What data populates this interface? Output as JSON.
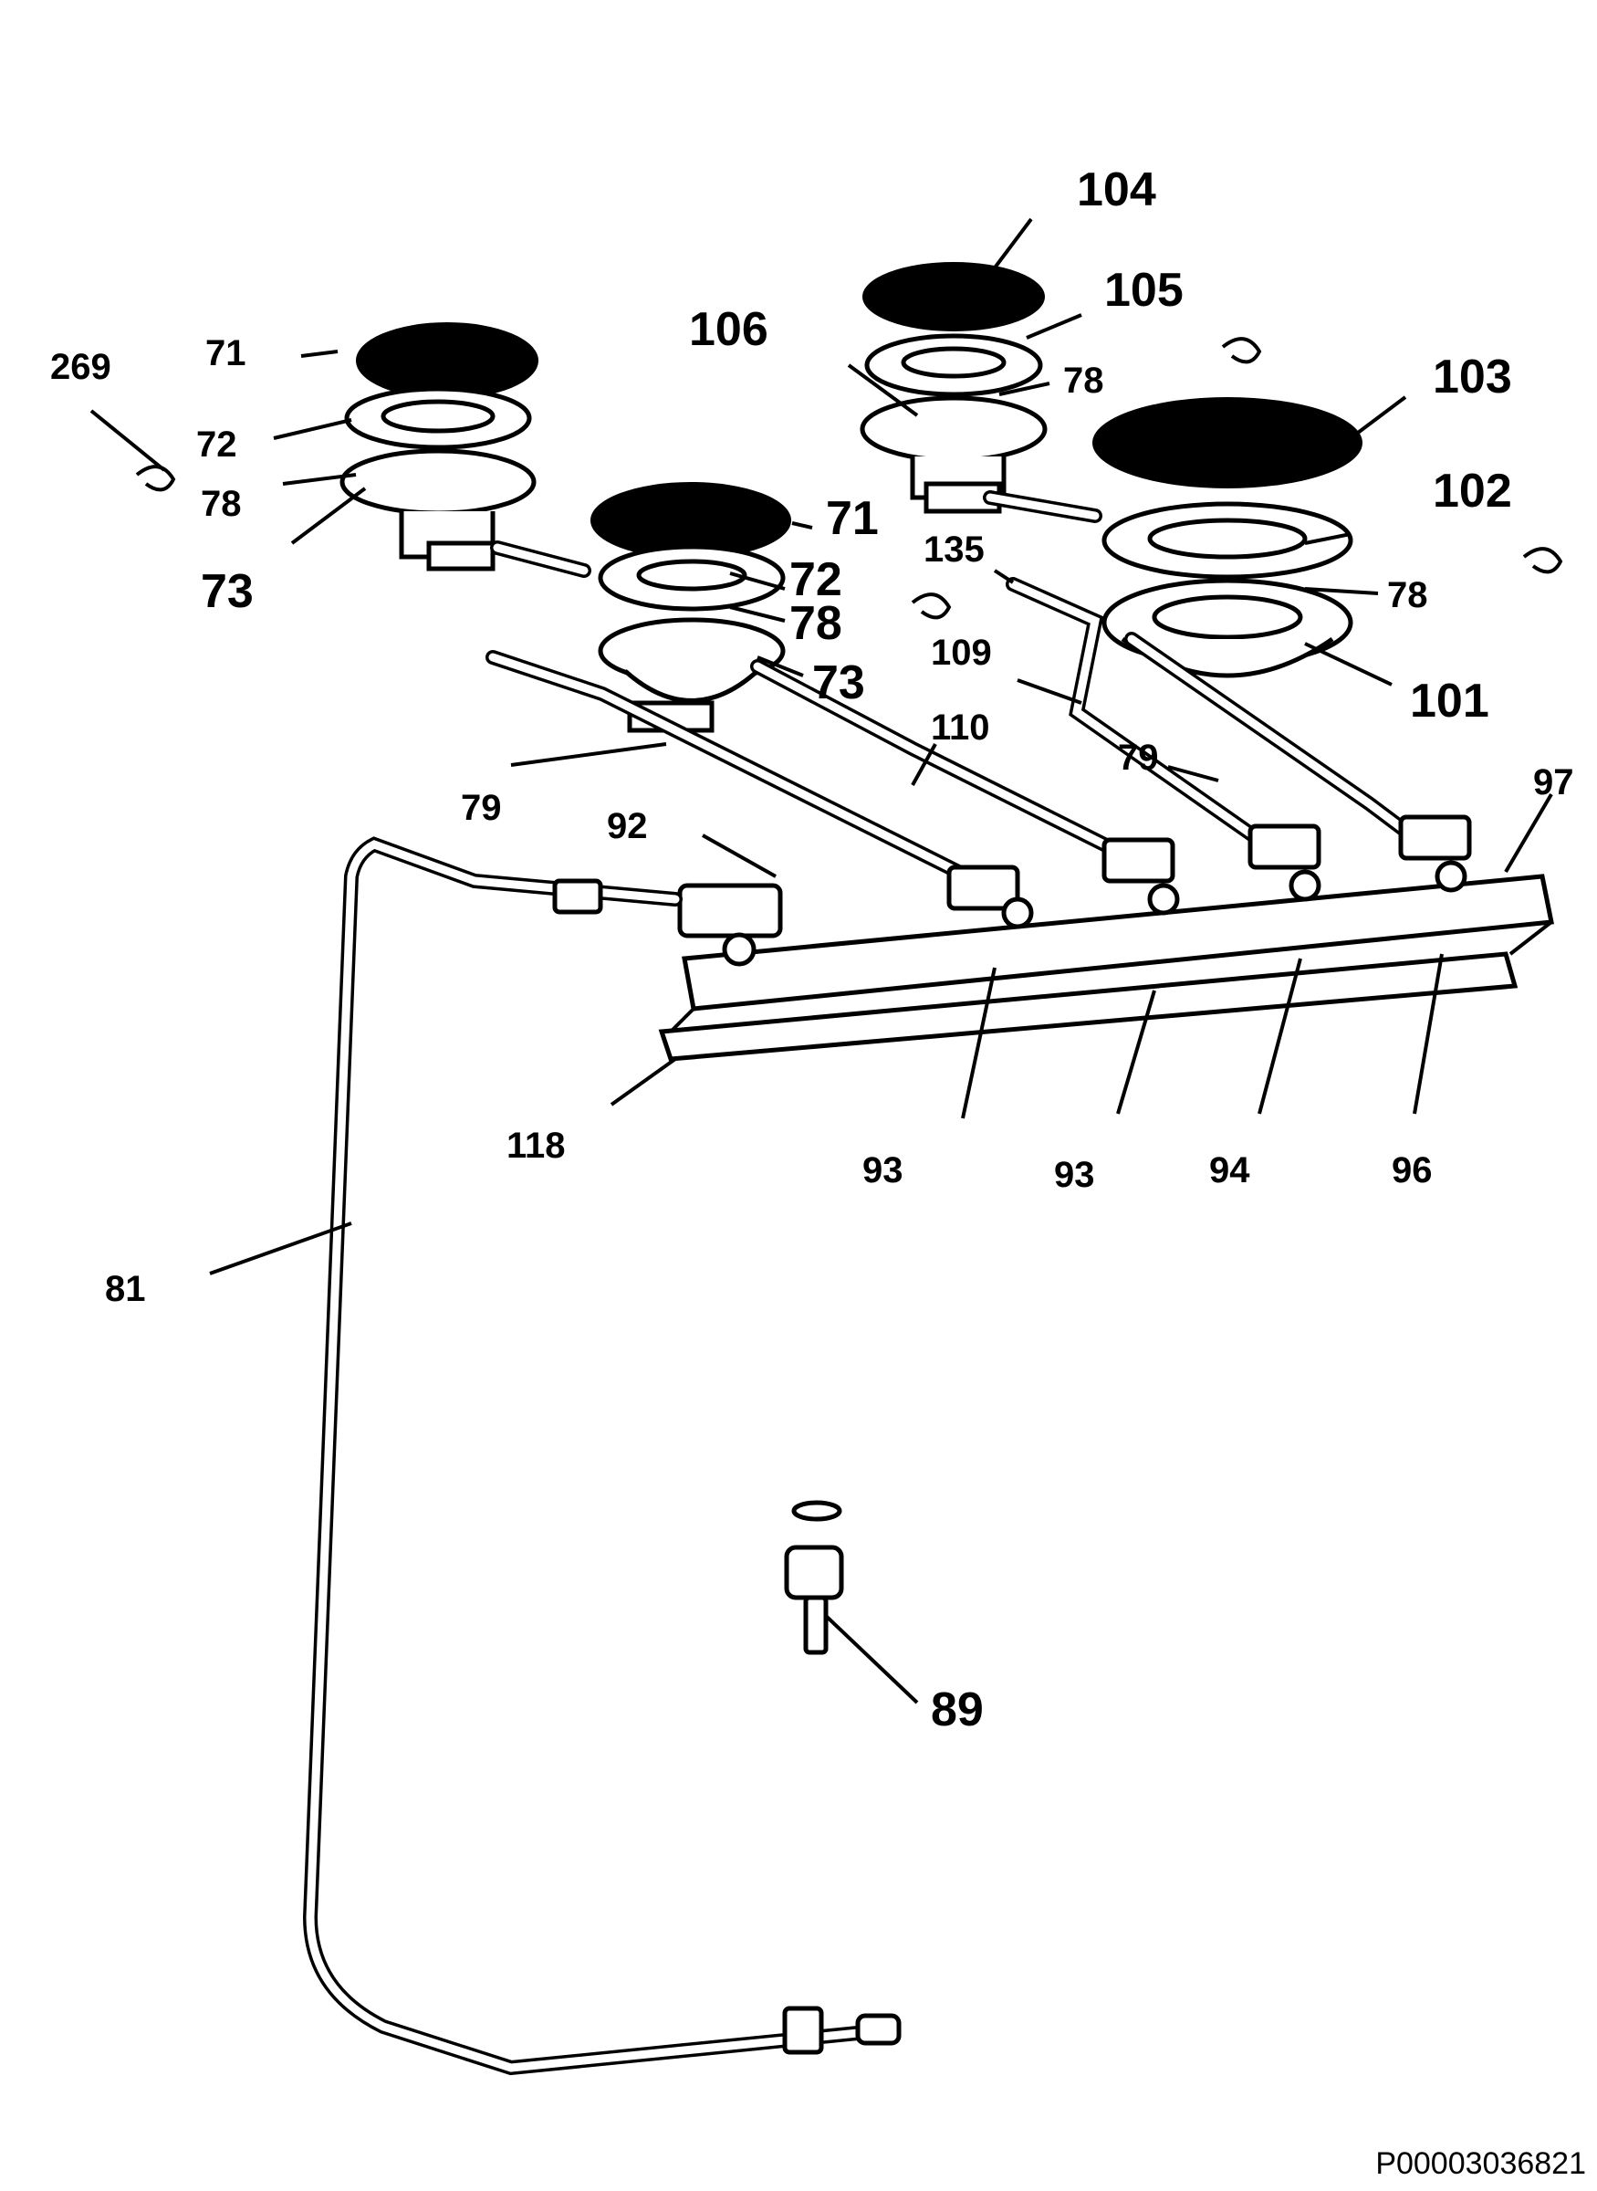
{
  "callouts": [
    {
      "id": "c-104",
      "text": "104"
    },
    {
      "id": "c-105",
      "text": "105"
    },
    {
      "id": "c-106",
      "text": "106"
    },
    {
      "id": "c-78a",
      "text": "78"
    },
    {
      "id": "c-103",
      "text": "103"
    },
    {
      "id": "c-269",
      "text": "269"
    },
    {
      "id": "c-71a",
      "text": "71"
    },
    {
      "id": "c-72a",
      "text": "72"
    },
    {
      "id": "c-78b",
      "text": "78"
    },
    {
      "id": "c-73a",
      "text": "73"
    },
    {
      "id": "c-71b",
      "text": "71"
    },
    {
      "id": "c-72b",
      "text": "72"
    },
    {
      "id": "c-78c",
      "text": "78"
    },
    {
      "id": "c-73b",
      "text": "73"
    },
    {
      "id": "c-135",
      "text": "135"
    },
    {
      "id": "c-102",
      "text": "102"
    },
    {
      "id": "c-78d",
      "text": "78"
    },
    {
      "id": "c-109",
      "text": "109"
    },
    {
      "id": "c-101",
      "text": "101"
    },
    {
      "id": "c-110",
      "text": "110"
    },
    {
      "id": "c-79a",
      "text": "79"
    },
    {
      "id": "c-79b",
      "text": "79"
    },
    {
      "id": "c-97",
      "text": "97"
    },
    {
      "id": "c-92",
      "text": "92"
    },
    {
      "id": "c-118",
      "text": "118"
    },
    {
      "id": "c-93a",
      "text": "93"
    },
    {
      "id": "c-93b",
      "text": "93"
    },
    {
      "id": "c-94",
      "text": "94"
    },
    {
      "id": "c-96",
      "text": "96"
    },
    {
      "id": "c-81",
      "text": "81"
    },
    {
      "id": "c-89",
      "text": "89"
    }
  ],
  "document_id": "P00003036821"
}
